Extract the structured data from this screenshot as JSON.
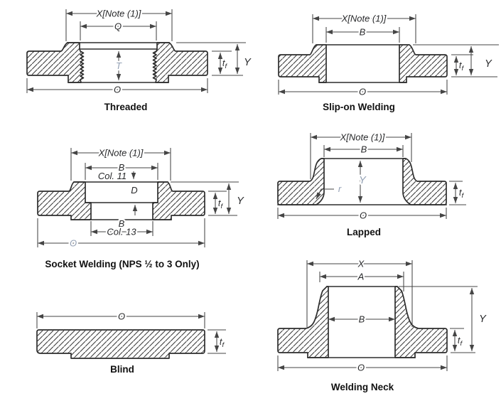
{
  "page": {
    "background": "#ffffff",
    "line_color": "#2d2d2d",
    "dim_color": "#454545",
    "light_label_color": "#93a0b4",
    "caption_color": "#111111"
  },
  "diagrams": {
    "threaded": {
      "caption": "Threaded",
      "dims": {
        "x": "X[Note (1)]",
        "q": "Q",
        "t": "T",
        "o": "O",
        "y": "Y",
        "tf_main": "t",
        "tf_sub": "f"
      }
    },
    "slip_on": {
      "caption": "Slip-on Welding",
      "dims": {
        "x": "X[Note (1)]",
        "b": "B",
        "o": "O",
        "y": "Y",
        "tf_main": "t",
        "tf_sub": "f"
      }
    },
    "socket": {
      "caption": "Socket Welding (NPS ½ to 3 Only)",
      "dims": {
        "x": "X[Note (1)]",
        "b_top": "B",
        "col11": "Col. 11",
        "d": "D",
        "b_bot": "B",
        "col13": "Col. 13",
        "o": "O",
        "y": "Y",
        "tf_main": "t",
        "tf_sub": "f"
      }
    },
    "lapped": {
      "caption": "Lapped",
      "dims": {
        "x": "X[Note (1)]",
        "b": "B",
        "y": "Y",
        "r": "r",
        "o": "O",
        "tf_main": "t",
        "tf_sub": "f"
      }
    },
    "blind": {
      "caption": "Blind",
      "dims": {
        "o": "O",
        "tf_main": "t",
        "tf_sub": "f"
      }
    },
    "welding_neck": {
      "caption": "Welding Neck",
      "dims": {
        "x": "X",
        "a": "A",
        "b": "B",
        "o": "O",
        "y": "Y",
        "tf_main": "t",
        "tf_sub": "f"
      }
    }
  }
}
